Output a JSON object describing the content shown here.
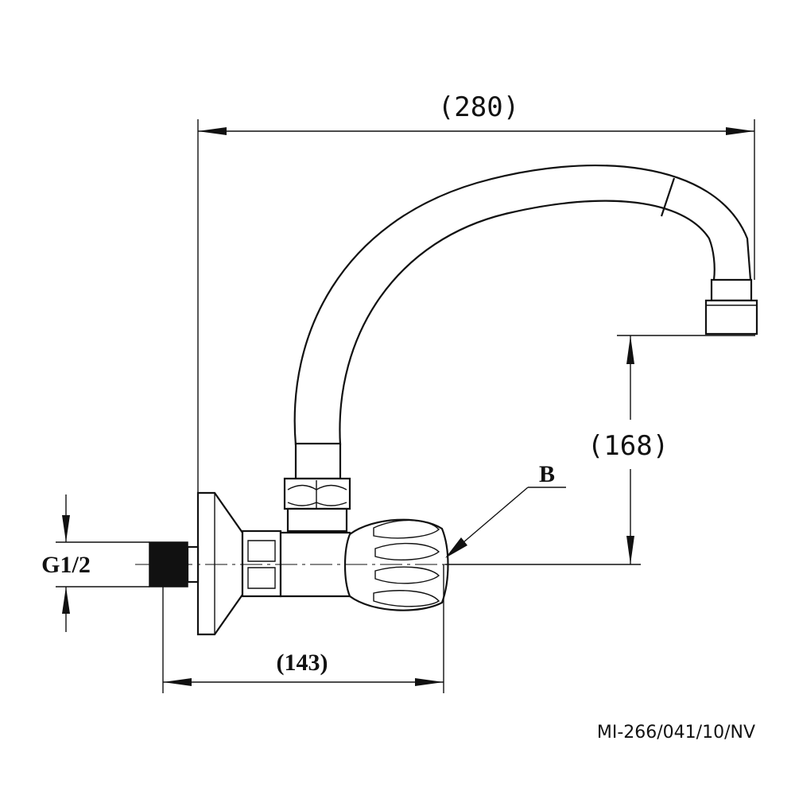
{
  "drawing": {
    "dimensions": {
      "total_reach": "(280)",
      "spout_height": "(168)",
      "wall_to_handle": "(143)",
      "thread": "G1/2"
    },
    "callouts": {
      "handle_label": "B"
    },
    "drawing_code": "MI-266/041/10/NV"
  }
}
